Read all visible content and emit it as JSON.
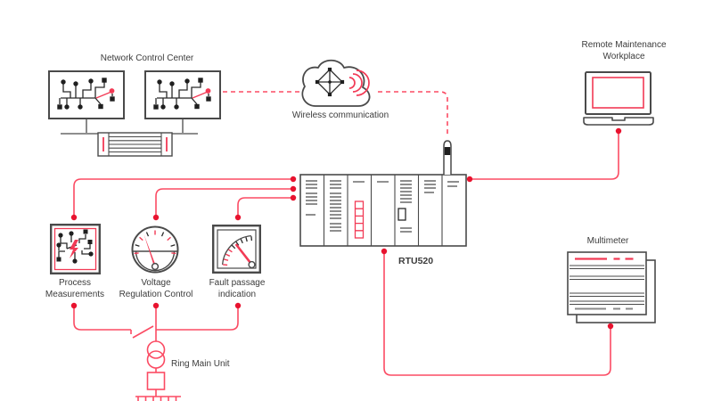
{
  "colors": {
    "connector": "#fb4b63",
    "connector_dot": "#e8132f",
    "outline": "#4a4a4a",
    "icon_red": "#f23a55",
    "text": "#3b3b3b",
    "background": "#ffffff"
  },
  "labels": {
    "network_control_center": "Network Control Center",
    "wireless_communication": "Wireless communication",
    "remote_maintenance_line1": "Remote Maintenance",
    "remote_maintenance_line2": "Workplace",
    "rtu": "RTU520",
    "process_line1": "Process",
    "process_line2": "Measurements",
    "voltage_line1": "Voltage",
    "voltage_line2": "Regulation Control",
    "fault_line1": "Fault passage",
    "fault_line2": "indication",
    "ring_main_unit": "Ring Main Unit",
    "multimeter": "Multimeter"
  },
  "icons": {
    "monitor_topology": "network-topology-monitor-icon",
    "server": "server-icon",
    "cloud": "cloud-icon",
    "wireless_waves": "wifi-waves-icon",
    "laptop": "laptop-icon",
    "rtu_rack": "rtu-rack-icon",
    "antenna": "antenna-icon",
    "process": "process-measurements-icon",
    "voltage_gauge": "voltage-gauge-icon",
    "fault_meter": "fault-indicator-icon",
    "transformer": "transformer-icon",
    "ground": "ground-icon",
    "multimeter": "multimeter-icon"
  }
}
